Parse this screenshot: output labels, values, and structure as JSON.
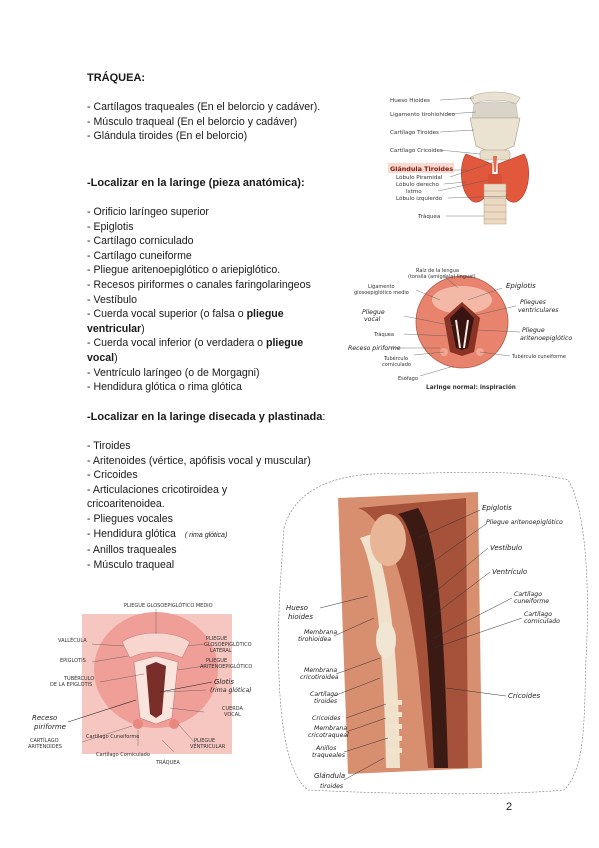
{
  "sections": {
    "trachea": {
      "title": "TRÁQUEA:",
      "items": [
        "- Cartílagos traqueales (En el belorcio y cadáver).",
        "- Músculo traqueal (En el belorcio y cadáver)",
        "- Glándula tiroides (En el belorcio)"
      ]
    },
    "larynx_piece": {
      "title": "-Localizar en la laringe (pieza anatómica):",
      "items": [
        "- Orificio laríngeo superior",
        "- Epiglotis",
        "- Cartílago corniculado",
        "- Cartílago cuneiforme",
        "- Pliegue aritenoepiglótico o ariepiglótico.",
        "- Recesos piriformes o canales faringolaringeos",
        "- Vestíbulo"
      ],
      "vocal_false": {
        "a": "- Cuerda vocal superior (o falsa o ",
        "b": "pliegue",
        "c": "ventricular",
        "d": ")"
      },
      "vocal_true": {
        "a": "- Cuerda vocal inferior (o verdadera o ",
        "b": "pliegue",
        "c": "vocal",
        "d": ")"
      },
      "items_end": [
        "- Ventrículo laríngeo (o de Morgagni)",
        "- Hendidura glótica o rima glótica"
      ]
    },
    "larynx_dissected": {
      "title": "-Localizar en la laringe disecada y plastinada",
      "title_suffix": ":",
      "items": [
        "- Tiroides",
        "- Aritenoides (vértice, apófisis vocal y muscular)",
        "- Cricoides",
        "- Articulaciones cricotiroidea y",
        "cricoaritenoidea.",
        "- Pliegues vocales",
        "- Hendidura glótica",
        "- Anillos traqueales",
        "- Músculo traqueal"
      ],
      "rima_note": "( rima glótica)"
    }
  },
  "figure_thyroid": {
    "labels": [
      "Hueso Hioides",
      "Ligamento tirohiohideo",
      "Cartílago Tiroides",
      "Cartílago Cricoides",
      "Glándula Tiroides",
      "Lóbulo Piramidal",
      "Lóbulo derecho",
      "Istmo",
      "Lóbulo izquierdo",
      "Tráquea"
    ]
  },
  "figure_laryngoscopy": {
    "printed": [
      "Raíz de la lengua",
      "(tonsila (amígdala) lingual)",
      "Ligamento",
      "glosoepiglótico medio",
      "Tráquea",
      "Tubérculo",
      "corniculado",
      "Esófago",
      "Tubérculo cuneiforme"
    ],
    "caption": "Laringe normal: inspiración",
    "handwritten": [
      "Epiglotis",
      "Pliegue",
      "vocal",
      "Pliegues",
      "ventriculares",
      "Pliegue",
      "aritenoepiglótico",
      "Receso piriforme"
    ]
  },
  "figure_sagittal": {
    "left_labels": [
      "Hueso",
      "hioides",
      "Membrana",
      "tirohioidea",
      "Membrana",
      "cricotiroidea",
      "Cartílago",
      "tiroides",
      "Cricoides",
      "Membrana",
      "cricotraqueal",
      "Anillos",
      "traqueales",
      "Glándula",
      "tiroides"
    ],
    "right_labels": [
      "Epiglotis",
      "Pliegue aritenoepiglótico",
      "Vestíbulo",
      "Ventrículo",
      "Cartílago",
      "cuneiforme",
      "Cartílago",
      "corniculado",
      "Cricoides"
    ]
  },
  "figure_glottis": {
    "printed": [
      "PLIEGUE GLOSOEPIGLÓTICO MEDIO",
      "VALLÉCULA",
      "PLIEGUE",
      "GLOSOEPIGLÓTICO",
      "LATERAL",
      "EPIGLOTIS",
      "PLIEGUE",
      "ARITENOEPIGLÓTICO",
      "TUBÉRCULO",
      "DE LA EPIGLOTIS",
      "CUERDA",
      "VOCAL",
      "CARTÍLAGO",
      "ARITENOIDES",
      "Cartílago Cuneiforme",
      "Cartílago Corniculado",
      "PLIEGUE",
      "VENTRICULAR",
      "TRÁQUEA"
    ],
    "handwritten": [
      "Glotis",
      "(rima glótica)",
      "Receso",
      "piriforme"
    ]
  },
  "page_number": "2",
  "colors": {
    "tissue": "#e8836e",
    "thyroid": "#e2583c",
    "cartilage": "#efe6d6",
    "muscle": "#b8654a"
  }
}
